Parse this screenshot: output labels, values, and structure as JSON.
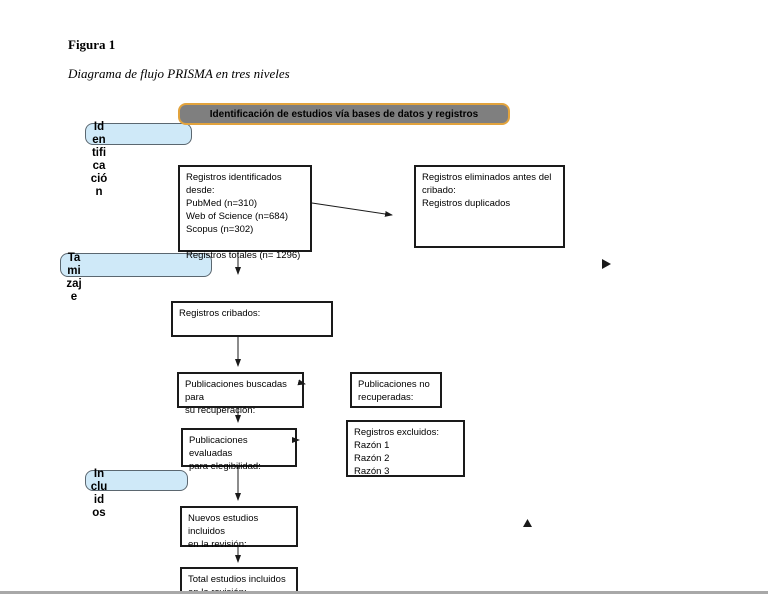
{
  "document": {
    "figure_label": "Figura 1",
    "figure_caption": "Diagrama de flujo PRISMA en tres niveles"
  },
  "banner": {
    "text": "Identificación de estudios vía bases de datos y registros"
  },
  "stage_labels": [
    {
      "id": "identificacion",
      "text": "Id\nen\ntifi\nca\nció\nn"
    },
    {
      "id": "tamizaje",
      "text": "Ta\nmi\nzaj\ne"
    },
    {
      "id": "incluidos",
      "text": "In\nclu\nid\nos"
    }
  ],
  "flow_boxes": {
    "identified": {
      "text": "Registros identificados desde:\nPubMed (n=310)\nWeb of Science (n=684)\nScopus (n=302)\n\nRegistros totales (n= 1296)"
    },
    "removed_before_screening": {
      "text": "Registros eliminados antes del\ncribado:\nRegistros duplicados"
    },
    "screened": {
      "text": "Registros cribados:"
    },
    "sought_for_retrieval": {
      "text": "Publicaciones buscadas para\nsu recuperación:"
    },
    "not_retrieved": {
      "text": "Publicaciones no\nrecuperadas:"
    },
    "assessed_for_eligibility": {
      "text": "Publicaciones evaluadas\npara elegibilidad:"
    },
    "excluded": {
      "text": "Registros excluidos:\nRazón 1\nRazón 2\nRazón 3"
    },
    "new_studies_included": {
      "text": "Nuevos estudios incluidos\nen la revisión:"
    },
    "total_studies_included": {
      "text": "Total estudios incluidos\nen la revisión:"
    }
  },
  "colors": {
    "banner-fill": "#7f7f7f",
    "banner-border": "#e2a33d",
    "stage-fill": "#cfe9f8",
    "stage-border": "#5b6770",
    "box-border": "#1a1a1a"
  }
}
